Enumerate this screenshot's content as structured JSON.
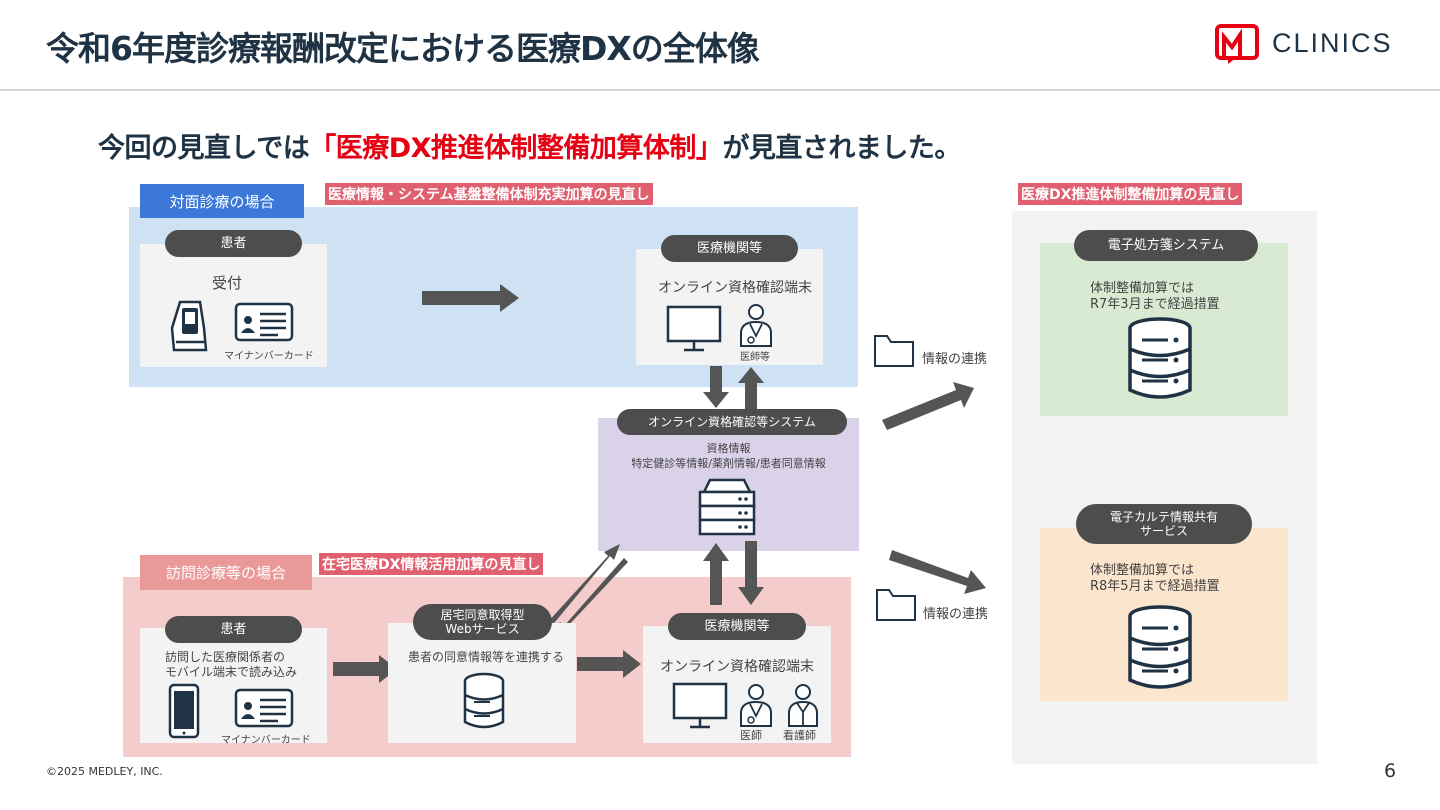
{
  "header": {
    "title": "令和6年度診療報酬改定における医療DXの全体像",
    "logo_text": "CLINICS"
  },
  "subtitle": {
    "prefix": "今回の見直しでは",
    "highlight": "「医療DX推進体制整備加算体制」",
    "suffix": "が見直されました。"
  },
  "tags": {
    "top_left": "医療情報・システム基盤整備体制充実加算の見直し",
    "top_right": "医療DX推進体制整備加算の見直し",
    "bottom_left": "在宅医療DX情報活用加算の見直し"
  },
  "face_to_face": {
    "label": "対面診療の場合",
    "patient_pill": "患者",
    "reception": "受付",
    "mynumber_card": "マイナンバーカード",
    "institution_pill": "医療機関等",
    "terminal": "オンライン資格確認端末",
    "doctor": "医師等"
  },
  "system": {
    "pill": "オンライン資格確認等システム",
    "line1": "資格情報",
    "line2": "特定健診等情報/薬剤情報/患者同意情報"
  },
  "home_visit": {
    "label": "訪問診療等の場合",
    "patient_pill": "患者",
    "desc_line1": "訪問した医療関係者の",
    "desc_line2": "モバイル端末で読み込み",
    "mynumber_card": "マイナンバーカード",
    "web_pill_line1": "居宅同意取得型",
    "web_pill_line2": "Webサービス",
    "web_desc": "患者の同意情報等を連携する",
    "institution_pill": "医療機関等",
    "terminal": "オンライン資格確認端末",
    "doctor": "医師",
    "nurse": "看護師"
  },
  "links": {
    "upper": "情報の連携",
    "lower": "情報の連携"
  },
  "right": {
    "eprescription_pill": "電子処方箋システム",
    "eprescription_line1": "体制整備加算では",
    "eprescription_line2": "R7年3月まで経過措置",
    "ekarte_pill_line1": "電子カルテ情報共有",
    "ekarte_pill_line2": "サービス",
    "ekarte_line1": "体制整備加算では",
    "ekarte_line2": "R8年5月まで経過措置"
  },
  "footer": {
    "copyright": "©2025 MEDLEY, INC.",
    "page": "6"
  },
  "colors": {
    "accent_red": "#e60012",
    "navy": "#1f3344",
    "arrow": "#555555"
  }
}
